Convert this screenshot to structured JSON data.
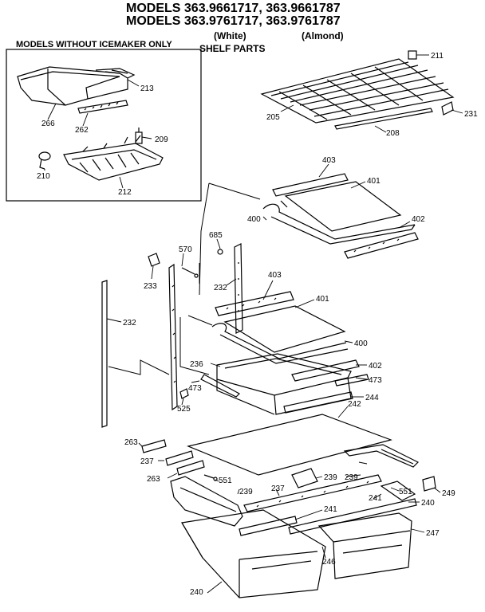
{
  "header": {
    "line1": "MODELS 363.9661717, 363.9661787",
    "line2": "MODELS 363.9761717, 363.9761787",
    "white": "(White)",
    "almond": "(Almond)",
    "section": "SHELF PARTS"
  },
  "inset": {
    "title": "MODELS WITHOUT ICEMAKER ONLY"
  },
  "labels": {
    "p211": "211",
    "p205": "205",
    "p208": "208",
    "p231": "231",
    "p213": "213",
    "p266": "266",
    "p262": "262",
    "p209": "209",
    "p210": "210",
    "p212": "212",
    "p403a": "403",
    "p401a": "401",
    "p400a": "400",
    "p402a": "402",
    "p685": "685",
    "p570": "570",
    "p233": "233",
    "p232a": "232",
    "p403b": "403",
    "p401b": "401",
    "p232b": "232",
    "p400b": "400",
    "p236": "236",
    "p402b": "402",
    "p473a": "473",
    "p473b": "473",
    "p525": "525",
    "p244": "244",
    "p242": "242",
    "p263a": "263",
    "p237a": "237",
    "p263b": "263",
    "p551a": "551",
    "p239a": "239",
    "p237b": "237",
    "p239b": "239",
    "p239c": "239",
    "p551b": "551",
    "p249": "249",
    "p241a": "241",
    "p241b": "241",
    "p240a": "240",
    "p247": "247",
    "p246": "246",
    "p240b": "240"
  }
}
